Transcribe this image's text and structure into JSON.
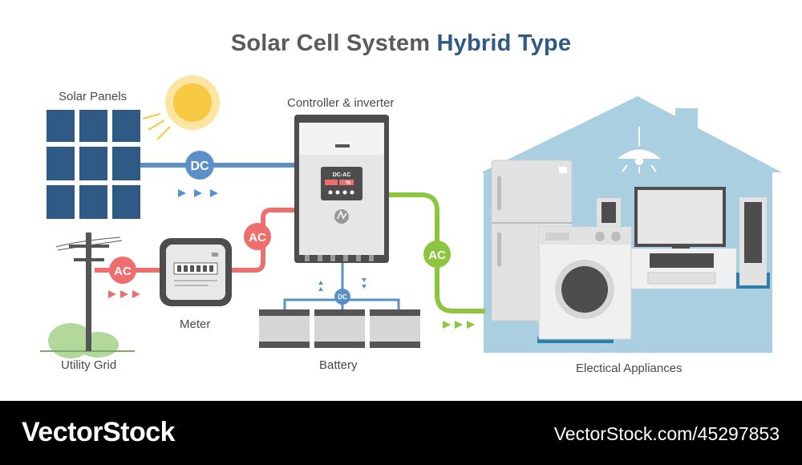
{
  "title": {
    "main": "Solar Cell System",
    "accent": "Hybrid Type"
  },
  "labels": {
    "solar_panels": "Solar Panels",
    "controller": "Controller & inverter",
    "meter": "Meter",
    "utility_grid": "Utility Grid",
    "battery": "Battery",
    "appliances": "Electical Appliances"
  },
  "badges": {
    "dc": "DC",
    "ac": "AC"
  },
  "inverter_display": {
    "mode": "DC-AC",
    "percent": "%"
  },
  "colors": {
    "dc": "#5b8fc7",
    "grid_ac": "#ee6e6e",
    "load_ac": "#8cc63f",
    "panel": "#2f5a85",
    "house": "#a9cfe0"
  },
  "footer": {
    "brand": "VectorStock",
    "url": "VectorStock.com/45297853"
  }
}
